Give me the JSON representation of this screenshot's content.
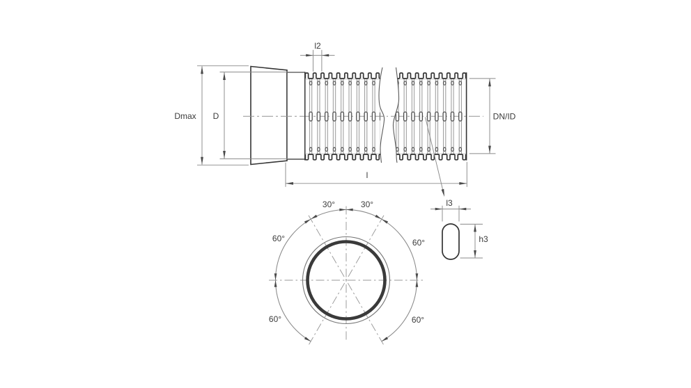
{
  "side_view": {
    "dmax_label": "Dmax",
    "d_label": "D",
    "l2_label": "l2",
    "length_label": "l",
    "dn_id_label": "DN/ID"
  },
  "end_view": {
    "angle_labels": {
      "top_left": "30°",
      "top_right": "30°",
      "upper_left": "60°",
      "upper_right": "60°",
      "lower_left": "60°",
      "lower_right": "60°"
    }
  },
  "slot_detail": {
    "l3_label": "l3",
    "h3_label": "h3"
  },
  "colors": {
    "outline": "#3a3a3a",
    "dimension": "#8a8a8a",
    "text": "#3c3c3c",
    "background": "#ffffff"
  }
}
